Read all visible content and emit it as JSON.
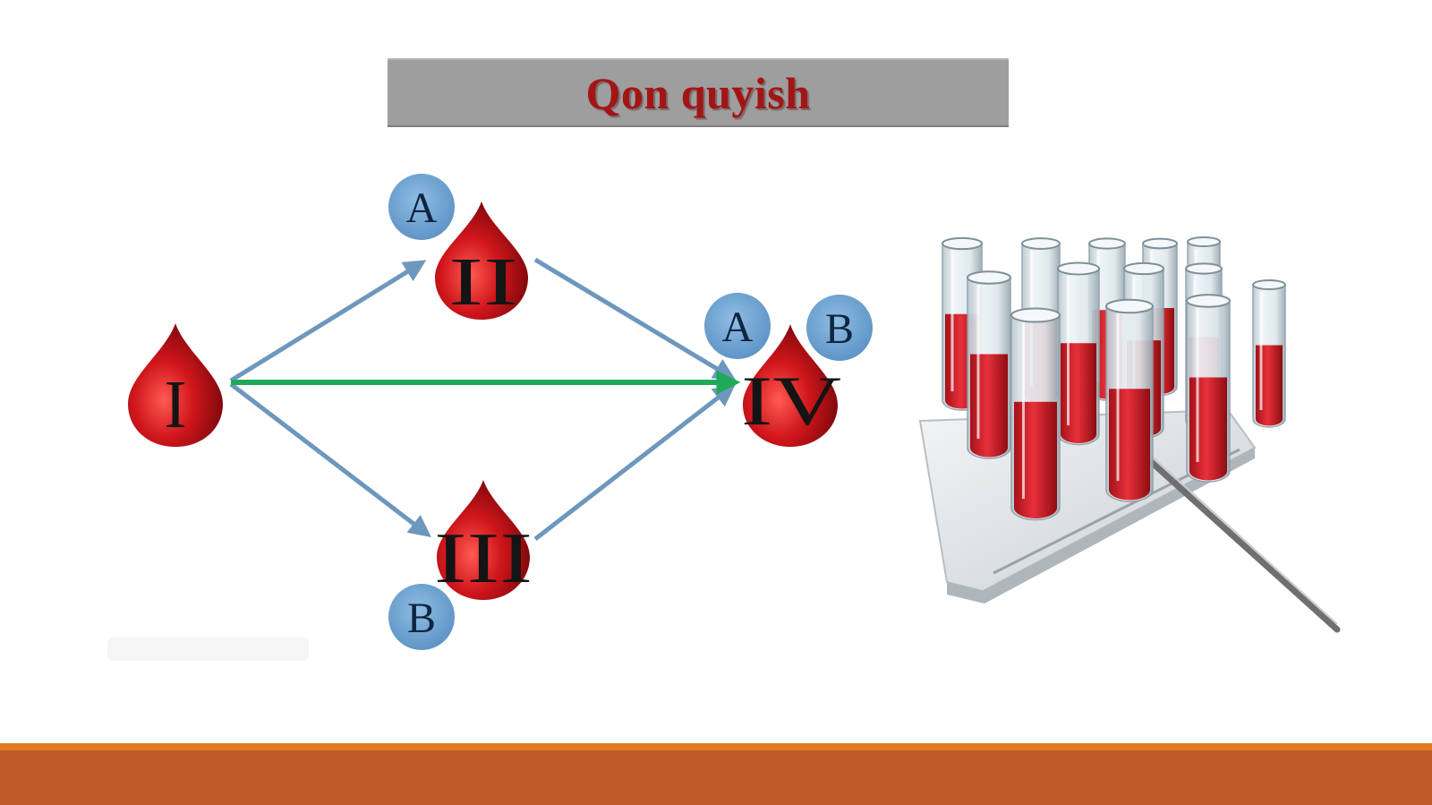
{
  "slide": {
    "title": "Qon quyish"
  },
  "diagram": {
    "groups": {
      "I": "I",
      "II": "II",
      "III": "III",
      "IV": "IV"
    },
    "antigens": {
      "II": "A",
      "III": "B",
      "IV_a": "A",
      "IV_b": "B"
    },
    "colors": {
      "drop": "#c8161c",
      "arrow_blue": "#6e97bd",
      "arrow_green": "#1faa5a",
      "badge": "#6fa4d4",
      "title_bg": "#9e9e9e",
      "title_text": "#a31515",
      "footer_stripe": "#e07b20",
      "footer_band": "#bf5a28"
    }
  },
  "illustration": {
    "subject": "test-tubes-with-blood-in-rack"
  }
}
